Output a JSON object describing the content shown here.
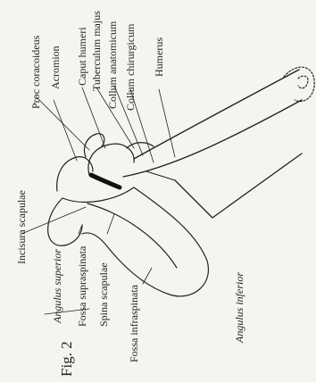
{
  "labels": {
    "proc_coracoideus": "Proc coracoideus",
    "acromion": "Acromion",
    "caput_humeri": "Caput humeri",
    "tuberculum_majus": "Tuberculum majus",
    "collum_anatomicum": "Collum anatomicum",
    "collum_chirurgicum": "Collum chirurgicum",
    "humerus": "Humerus",
    "incisura_scapulae": "Incisura scapulae",
    "angulus_superior": "Angulus superior",
    "fossa_supraspinata": "Fossa supraspinata",
    "spina_scapulae": "Spina scapulae",
    "fossa_infraspinata": "Fossa infraspinata",
    "angulus_inferior": "Angulus inferior"
  },
  "figure_caption": "Fig. 2",
  "colors": {
    "line": "#222222",
    "background": "#f4f4f1"
  }
}
